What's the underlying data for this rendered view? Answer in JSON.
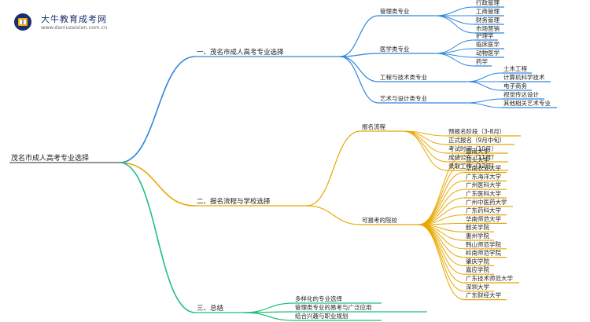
{
  "logo": {
    "title": "大牛教育成考网",
    "url": "www.daniuzaixian.com.cn"
  },
  "mindmap": {
    "root": "茂名市成人高考专业选择",
    "branches": [
      {
        "label": "一、茂名市成人高考专业选择",
        "color": "#2f86dd",
        "children": [
          {
            "label": "管理类专业",
            "children": [
              "行政管理",
              "工商管理",
              "财务管理",
              "市场营销"
            ]
          },
          {
            "label": "医学类专业",
            "children": [
              "护理学",
              "临床医学",
              "动物医学",
              "药学"
            ]
          },
          {
            "label": "工程与技术类专业",
            "children": [
              "土木工程",
              "计算机科学技术",
              "电子商务"
            ]
          },
          {
            "label": "艺术与设计类专业",
            "children": [
              "视觉传达设计",
              "其他相关艺术专业"
            ]
          }
        ]
      },
      {
        "label": "二、报名流程与学校选择",
        "color": "#e8a800",
        "children": [
          {
            "label": "报名流程",
            "children": [
              "预报名阶段（3-8月）",
              "正式报名（9月中旬）",
              "考试时间（10月）",
              "成绩公布（11月）",
              "录取工作（12月）"
            ]
          },
          {
            "label": "可报考的院校",
            "children": [
              "暨南大学",
              "汕头大学",
              "华南农业大学",
              "广东海洋大学",
              "广州医科大学",
              "广东医科大学",
              "广州中医药大学",
              "广东药科大学",
              "华南师范大学",
              "韶关学院",
              "惠州学院",
              "韩山师范学院",
              "岭南师范学院",
              "肇庆学院",
              "嘉应学院",
              "广东技术师范大学",
              "深圳大学",
              "广东财经大学"
            ]
          }
        ]
      },
      {
        "label": "三、总结",
        "color": "#1fbf7a",
        "children": [
          {
            "label": "多样化的专业选择",
            "children": []
          },
          {
            "label": "管理类专业的易考与广泛应用",
            "children": []
          },
          {
            "label": "结合兴趣与职业规划",
            "children": []
          }
        ]
      }
    ]
  }
}
